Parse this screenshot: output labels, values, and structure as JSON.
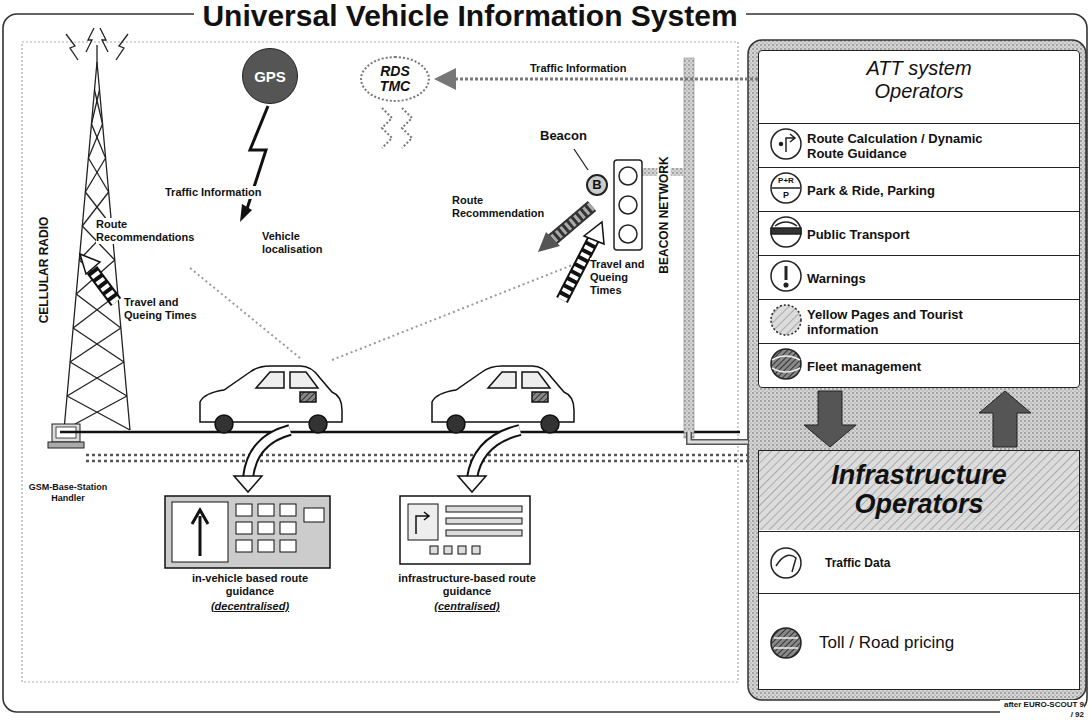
{
  "diagram": {
    "title": "Universal Vehicle Information System",
    "nodes": [
      {
        "text": [
          "ATT system Operators"
        ]
      },
      {
        "text": [
          "Route Calculation / Dynamic Route Guidance"
        ],
        "in": 0
      },
      {
        "text": [
          "Park & Ride, Parking"
        ],
        "in": 0
      },
      {
        "text": [
          "Public Transport"
        ],
        "in": 0
      },
      {
        "text": [
          "Warnings"
        ],
        "in": 0
      },
      {
        "text": [
          "Yellow Pages and Tourist information"
        ],
        "in": 0
      },
      {
        "text": [
          "Fleet management"
        ],
        "in": 0
      },
      {
        "text": [
          "Infrastructure Operators"
        ]
      },
      {
        "text": [
          "Traffic Data"
        ],
        "in": 7
      },
      {
        "text": [
          "Toll / Road pricing"
        ],
        "in": 7
      },
      {
        "text": [
          "GPS"
        ]
      },
      {
        "text": [
          "RDS TMC"
        ]
      },
      {
        "text": [
          "Beacon",
          "B"
        ]
      },
      {
        "text": [
          "in-vehicle based route guidance",
          "(decentralised)"
        ]
      },
      {
        "text": [
          "infrastructure-based route guidance",
          "(centralised)"
        ]
      },
      {
        "text": [
          "GSM-Base-Station Handler"
        ]
      }
    ],
    "edges": [
      {
        "from": 0,
        "to": 7,
        "arrow": "to"
      },
      {
        "from": 7,
        "to": 0,
        "arrow": "to"
      },
      {
        "from": 0,
        "to": 11,
        "label": "Traffic Information",
        "arrow": "to"
      }
    ],
    "labels": [
      "CELLULAR RADIO",
      "Traffic Information",
      "Route Recommendations",
      "Travel and Queing Times",
      "Vehicle localisation",
      "Route Recommendation",
      "Travel and Queing Times",
      "BEACON NETWORK",
      "P+R",
      "P",
      "after EURO-SCOUT 9 / 92"
    ]
  }
}
